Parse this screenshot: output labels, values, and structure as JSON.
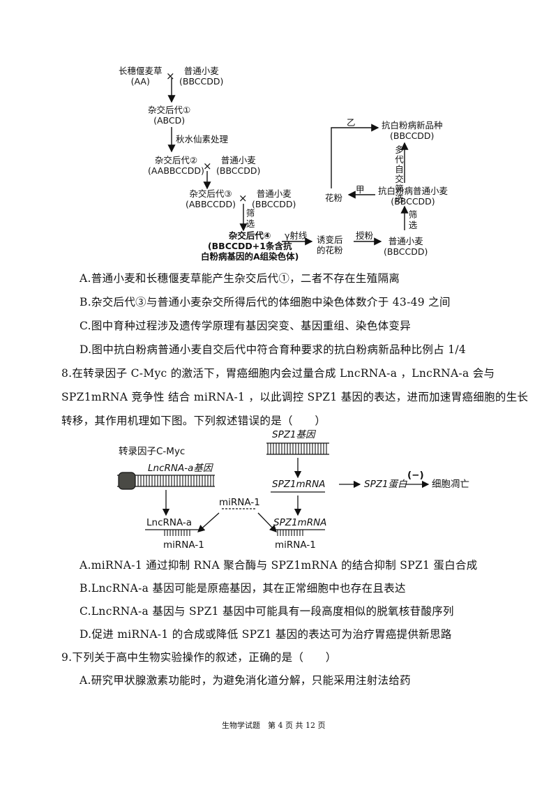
{
  "diagram1": {
    "p1a": "长穗偃麦草",
    "p1a_g": "(AA)",
    "cross": "×",
    "p1b": "普通小麦",
    "p1b_g": "(BBCCDD)",
    "h1": "杂交后代①",
    "h1_g": "(ABCD)",
    "treat": "秋水仙素处理",
    "h2": "杂交后代②",
    "h2_g": "(AABBCCDD)",
    "p2": "普通小麦",
    "p2_g": "(BBCCDD)",
    "h3": "杂交后代③",
    "h3_g": "(ABBCCDD)",
    "p3": "普通小麦",
    "p3_g": "(BBCCDD)",
    "screen": "筛选",
    "h4": "杂交后代④",
    "h4_g1": "(BBCCDD+1条含抗",
    "h4_g2": "白粉病基因的A组染色体)",
    "gamma": "γ射线",
    "mut1": "诱变后",
    "mut2": "的花粉",
    "pollinate": "授粉",
    "wheat": "普通小麦",
    "wheat_g": "(BBCCDD)",
    "screen2": "筛选",
    "resist": "抗白粉病普通小麦",
    "resist_g": "(BBCCDD)",
    "multi": "多代自交筛选",
    "jia": "甲",
    "pollen": "花粉",
    "yi": "乙",
    "newvar": "抗白粉病新品种",
    "newvar_g": "(BBCCDD)"
  },
  "q7": {
    "A": "A.普通小麦和长穗偃麦草能产生杂交后代①，二者不存在生殖隔离",
    "B": "B.杂交后代③与普通小麦杂交所得后代的体细胞中染色体数介于 43-49 之间",
    "C": "C.图中育种过程涉及遗传学原理有基因突变、基因重组、染色体变异",
    "D": "D.图中抗白粉病普通小麦自交后代中符合育种要求的抗白粉病新品种比例占 1/4"
  },
  "q8": {
    "line1": "8.在转录因子 C-Myc 的激活下，胃癌细胞内会过量合成 LncRNA-a ，LncRNA-a 会与",
    "line2": "SPZ1mRNA 竞争性 结合 miRNA-1 ，以此调控 SPZ1 基因的表达，进而加速胃癌细胞的生长",
    "line3": "转移，其作用机理如下图。下列叙述错误的是（　　）",
    "A": "A.miRNA-1 通过抑制 RNA 聚合酶与 SPZ1mRNA 的结合抑制 SPZ1 蛋白合成",
    "B": "B.LncRNA-a 基因可能是原癌基因，其在正常细胞中也存在且表达",
    "C": "C.LncRNA-a 基因与 SPZ1 基因中可能具有一段高度相似的脱氧核苷酸序列",
    "D": "D.促进 miRNA-1 的合成或降低 SPZ1 基因的表达可为治疗胃癌提供新思路"
  },
  "diagram2": {
    "tf": "转录因子C-Myc",
    "lnc_gene": "LncRNA-a基因",
    "spz_gene": "SPZ1基因",
    "spz_mrna": "SPZ1mRNA",
    "spz_protein": "SPZ1蛋白",
    "minus": "(−)",
    "apoptosis": "细胞凋亡",
    "mirna": "miRNA-1",
    "lnc_rna": "LncRNA-a",
    "mirna_l": "miRNA-1",
    "spz_mrna2": "SPZ1mRNA",
    "mirna_r": "miRNA-1"
  },
  "q9": {
    "stem": "9.下列关于高中生物实验操作的叙述，正确的是（　　）",
    "A": "A.研究甲状腺激素功能时，为避免消化道分解，只能采用注射法给药"
  },
  "footer": "生物学试题　第 4 页 共 12 页"
}
